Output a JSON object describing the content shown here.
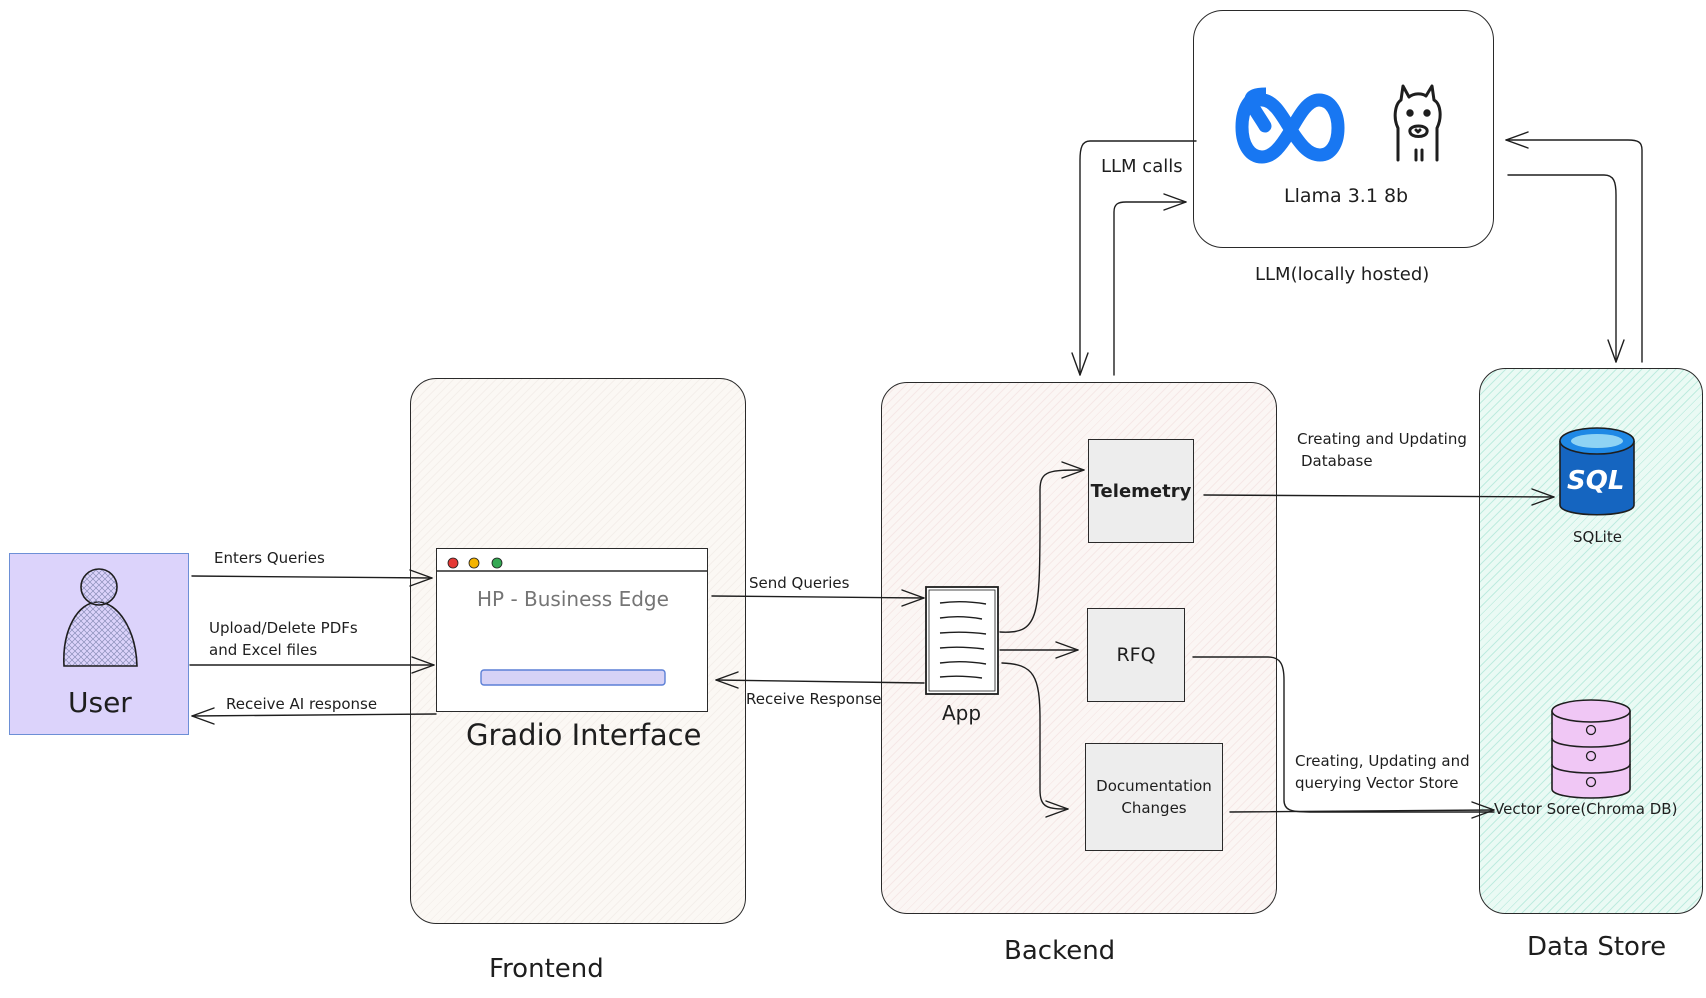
{
  "user": {
    "label": "User"
  },
  "frontend": {
    "section_label": "Frontend",
    "interface_label": "Gradio Interface",
    "window_title": "HP - Business Edge"
  },
  "backend": {
    "section_label": "Backend",
    "app_label": "App",
    "modules": {
      "telemetry": "Telemetry",
      "rfq": "RFQ",
      "docs_line1": "Documentation",
      "docs_line2": "Changes"
    }
  },
  "llm": {
    "model_name": "Llama 3.1 8b",
    "caption": "LLM(locally hosted)",
    "calls_label": "LLM calls"
  },
  "data_store": {
    "section_label": "Data Store",
    "sql_icon_text": "SQL",
    "sqlite_label": "SQLite",
    "vector_label": "Vector Sore(Chroma DB)"
  },
  "flows": {
    "enters_queries": "Enters Queries",
    "upload_line1": "Upload/Delete PDFs",
    "upload_line2": "and Excel files",
    "receive_ai": "Receive AI response",
    "send_queries": "Send Queries",
    "receive_response": "Receive Response",
    "db_line1": "Creating and Updating",
    "db_line2": "Database",
    "vs_line1": "Creating, Updating and",
    "vs_line2": "querying Vector Store"
  },
  "colors": {
    "user_fill": "#dcd3fb",
    "user_border": "#6d8fd6",
    "meta_blue": "#1877f2",
    "sql_blue": "#1565c0",
    "vector_fill": "#f0c7f5",
    "data_store_fill": "#eafaf4"
  }
}
